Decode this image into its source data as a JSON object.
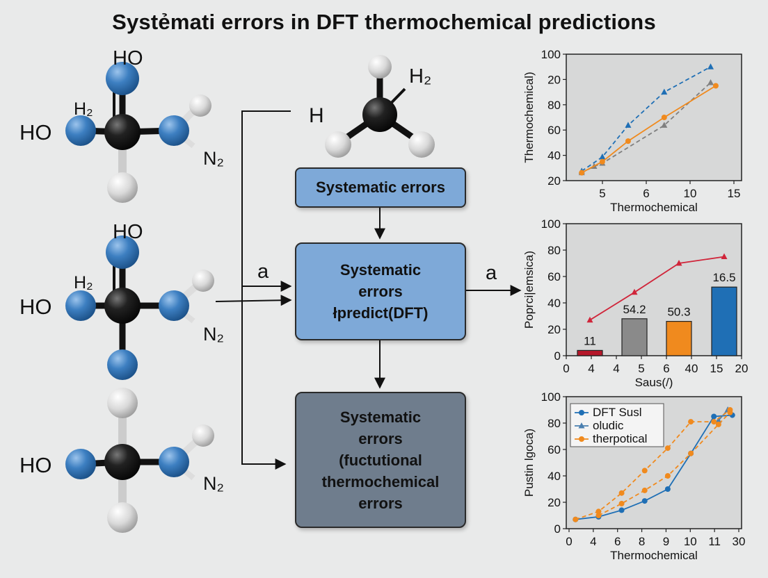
{
  "title": "Systẻmati errors in DFT thermochemical predictions",
  "molecules": {
    "m1": {
      "top": "HO",
      "h2": "H₂",
      "left": "HO",
      "n2": "N₂"
    },
    "m2": {
      "top": "HO",
      "h2": "H₂",
      "left": "HO",
      "n2": "N₂"
    },
    "m3": {
      "left": "HO",
      "n2": "N₂"
    },
    "center": {
      "h": "H",
      "h2": "H₂"
    }
  },
  "flow": {
    "box1": "Systematic errors",
    "box2": "Systematic\nerrors\nłpredict(DFT)",
    "box3": "Systematic\nerrors\n(fuctutional\nthermochemical\nerrors",
    "arrow_left_label": "a",
    "arrow_right_label": "a"
  },
  "chart_data": [
    {
      "type": "line",
      "ylabel": "Thermochemical)",
      "xlabel": "Thermochemical",
      "xticks": [
        "5",
        "6",
        "10",
        "15",
        "10"
      ],
      "yticks": [
        "20",
        "40",
        "60",
        "80",
        "20",
        "100"
      ],
      "series": [
        {
          "color": "#1f6fb5",
          "style": "dashed",
          "marker": "triangle",
          "x": [
            1.5,
            3.5,
            6,
            9.5,
            14
          ],
          "y": [
            26,
            35,
            55,
            76,
            92
          ]
        },
        {
          "color": "#7f7f7f",
          "style": "dashed",
          "marker": "triangle",
          "x": [
            1.5,
            2.7,
            3.5,
            9.5,
            14
          ],
          "y": [
            25,
            29,
            31,
            55,
            82
          ]
        },
        {
          "color": "#f08a1e",
          "style": "solid",
          "marker": "circle",
          "x": [
            1.5,
            3.5,
            6,
            9.5,
            14.5
          ],
          "y": [
            25,
            32,
            45,
            60,
            80
          ]
        }
      ]
    },
    {
      "type": "bar",
      "ylabel": "Poprci|emsica)",
      "xlabel": "Saus(/)",
      "xticks": [
        "0",
        "4",
        "4",
        "5",
        "6",
        "40",
        "15",
        "20"
      ],
      "yticks": [
        "0",
        "20",
        "40",
        "60",
        "80",
        "100"
      ],
      "bars": [
        {
          "value": 4,
          "color": "#b5172a",
          "label": "11"
        },
        {
          "value": 28,
          "color": "#8a8a8a",
          "label": "54.2"
        },
        {
          "value": 26,
          "color": "#f08a1e",
          "label": "50.3"
        },
        {
          "value": 52,
          "color": "#1f6fb5",
          "label": "16.5"
        }
      ],
      "line": {
        "color": "#d0253a",
        "values": [
          27,
          48,
          70,
          75
        ]
      }
    },
    {
      "type": "line",
      "ylabel": "Pustin lgoca)",
      "xlabel": "Thermochemical",
      "xticks": [
        "0",
        "4",
        "6",
        "8",
        "9",
        "10",
        "11",
        "30"
      ],
      "yticks": [
        "0",
        "20",
        "40",
        "60",
        "80",
        "100"
      ],
      "legend": [
        {
          "name": "DFT Susl",
          "color": "#1f6fb5",
          "marker": "circle"
        },
        {
          "name": "oludic",
          "color": "#4a7fb0",
          "marker": "triangle"
        },
        {
          "name": "therpotical",
          "color": "#f08a1e",
          "marker": "circle"
        }
      ],
      "series": [
        {
          "color": "#1f6fb5",
          "style": "solid",
          "marker": "circle",
          "x": [
            0.4,
            1.4,
            2.4,
            3.4,
            4.4,
            5.4,
            6.4,
            7.2
          ],
          "y": [
            7,
            9,
            14,
            21,
            30,
            57,
            85,
            86
          ]
        },
        {
          "color": "#4a7fb0",
          "style": "solid",
          "marker": "triangle",
          "x": [
            6.6,
            7.0
          ],
          "y": [
            82,
            90
          ]
        },
        {
          "color": "#f08a1e",
          "style": "dashed",
          "marker": "circle",
          "x": [
            0.4,
            1.4,
            2.4,
            3.4,
            4.4,
            5.4,
            6.4,
            7.1
          ],
          "y": [
            7,
            13,
            27,
            44,
            61,
            81,
            81,
            90
          ]
        },
        {
          "color": "#f08a1e",
          "style": "dashed",
          "marker": "circle",
          "x": [
            1.4,
            2.4,
            3.4,
            4.4,
            5.4,
            6.6,
            7.1
          ],
          "y": [
            10,
            19,
            29,
            40,
            57,
            79,
            88
          ]
        }
      ]
    }
  ]
}
